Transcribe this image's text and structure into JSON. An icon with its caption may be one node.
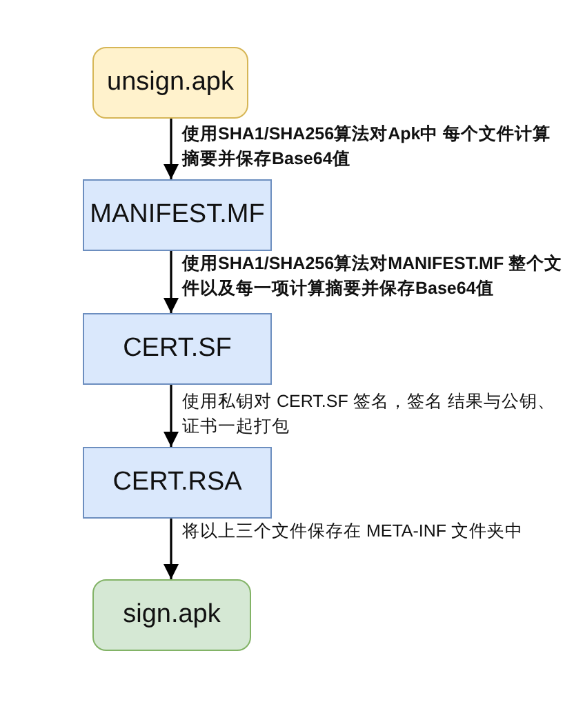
{
  "diagram": {
    "nodes": [
      {
        "text": [
          "unsign.apk"
        ]
      },
      {
        "text": [
          "MANIFEST.MF"
        ]
      },
      {
        "text": [
          "CERT.SF"
        ]
      },
      {
        "text": [
          "CERT.RSA"
        ]
      },
      {
        "text": [
          "sign.apk"
        ]
      }
    ],
    "edges": [
      {
        "from": 0,
        "to": 1,
        "arrow": "to",
        "label": "使用SHA1/SHA256算法对Apk中 每个文件计算摘要并保存Base64值"
      },
      {
        "from": 1,
        "to": 2,
        "arrow": "to",
        "label": "使用SHA1/SHA256算法对MANIFEST.MF 整个文件以及每一项计算摘要并保存Base64值"
      },
      {
        "from": 2,
        "to": 3,
        "arrow": "to",
        "label": "使用私钥对 CERT.SF 签名，签名 结果与公钥、证书一起打包"
      },
      {
        "from": 3,
        "to": 4,
        "arrow": "to",
        "label": "将以上三个文件保存在 META-INF 文件夹中"
      }
    ]
  }
}
